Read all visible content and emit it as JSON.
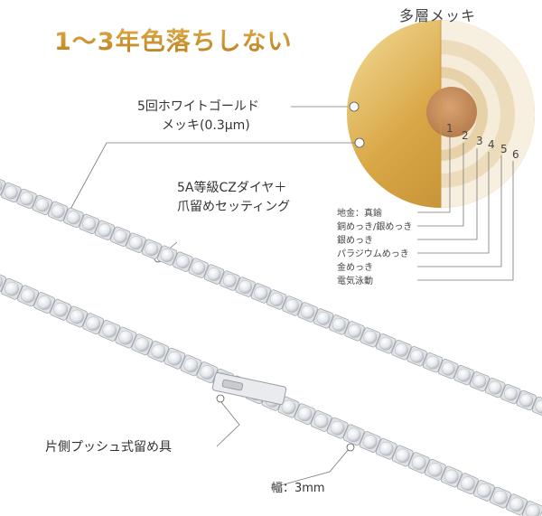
{
  "headline": "1～3年色落ちしない",
  "layers_title": "多層メッキ",
  "plating_callout": {
    "line1": "5回ホワイトゴールド",
    "line2": "メッキ(0.3μm)"
  },
  "stone_callout": {
    "line1": "5A等級CZダイヤ＋",
    "line2": "爪留めセッティング"
  },
  "clasp_callout": "片側プッシュ式留め具",
  "width_callout": "幅：3mm",
  "layer_numbers": [
    "1",
    "2",
    "3",
    "4",
    "5",
    "6"
  ],
  "layer_legend": [
    "地金：真鍮",
    "銅めっき/銀めっき",
    "銀めっき",
    "パラジウムめっき",
    "金めっき",
    "電気泳動"
  ],
  "colors": {
    "headline_gold": "#c8912a",
    "gold": "#d8a640",
    "leader": "#777777"
  }
}
